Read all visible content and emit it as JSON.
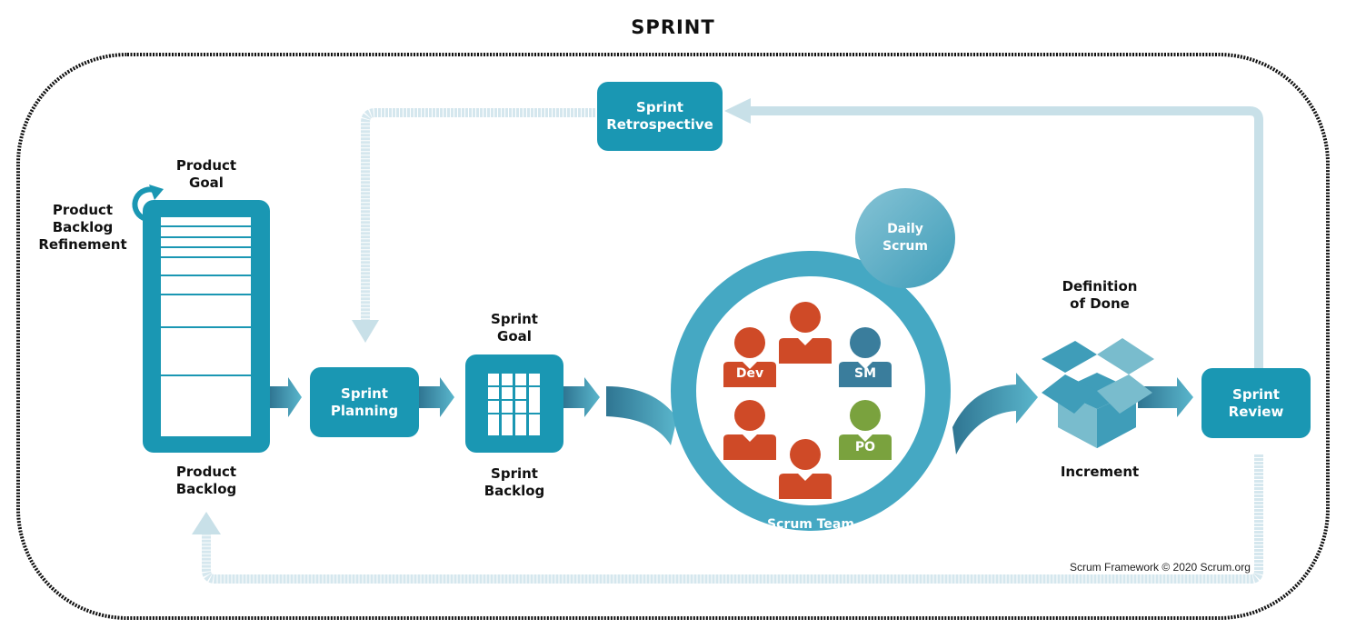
{
  "title": "SPRINT",
  "colors": {
    "primary": "#1a97b3",
    "ring": "#45a8c3",
    "feedback_arrow": "#c8e0e8",
    "developer": "#cf4a27",
    "scrum_master": "#3a7d9c",
    "product_owner": "#7aa23e",
    "border": "#111111"
  },
  "labels": {
    "product_goal": [
      "Product",
      "Goal"
    ],
    "backlog_refinement": [
      "Product",
      "Backlog",
      "Refinement"
    ],
    "product_backlog": [
      "Product",
      "Backlog"
    ],
    "sprint_goal": [
      "Sprint",
      "Goal"
    ],
    "sprint_backlog": [
      "Sprint",
      "Backlog"
    ],
    "definition_of_done": [
      "Definition",
      "of Done"
    ],
    "increment": "Increment"
  },
  "events": {
    "sprint_planning": [
      "Sprint",
      "Planning"
    ],
    "sprint_retrospective": [
      "Sprint",
      "Retrospective"
    ],
    "sprint_review": [
      "Sprint",
      "Review"
    ],
    "daily_scrum": [
      "Daily",
      "Scrum"
    ]
  },
  "scrum_team": {
    "label": "Scrum Team",
    "members": [
      {
        "role": "developer",
        "badge": "Dev"
      },
      {
        "role": "developer",
        "badge": ""
      },
      {
        "role": "scrum_master",
        "badge": "SM"
      },
      {
        "role": "developer",
        "badge": ""
      },
      {
        "role": "product_owner",
        "badge": "PO"
      },
      {
        "role": "developer",
        "badge": ""
      }
    ]
  },
  "footer": {
    "copyright": "Scrum Framework © 2020 Scrum.org"
  },
  "icons": {
    "refinement": "circular-arrow-icon",
    "increment": "open-box-icon",
    "sprint_backlog": "grid-icon",
    "product_backlog": "list-icon"
  }
}
